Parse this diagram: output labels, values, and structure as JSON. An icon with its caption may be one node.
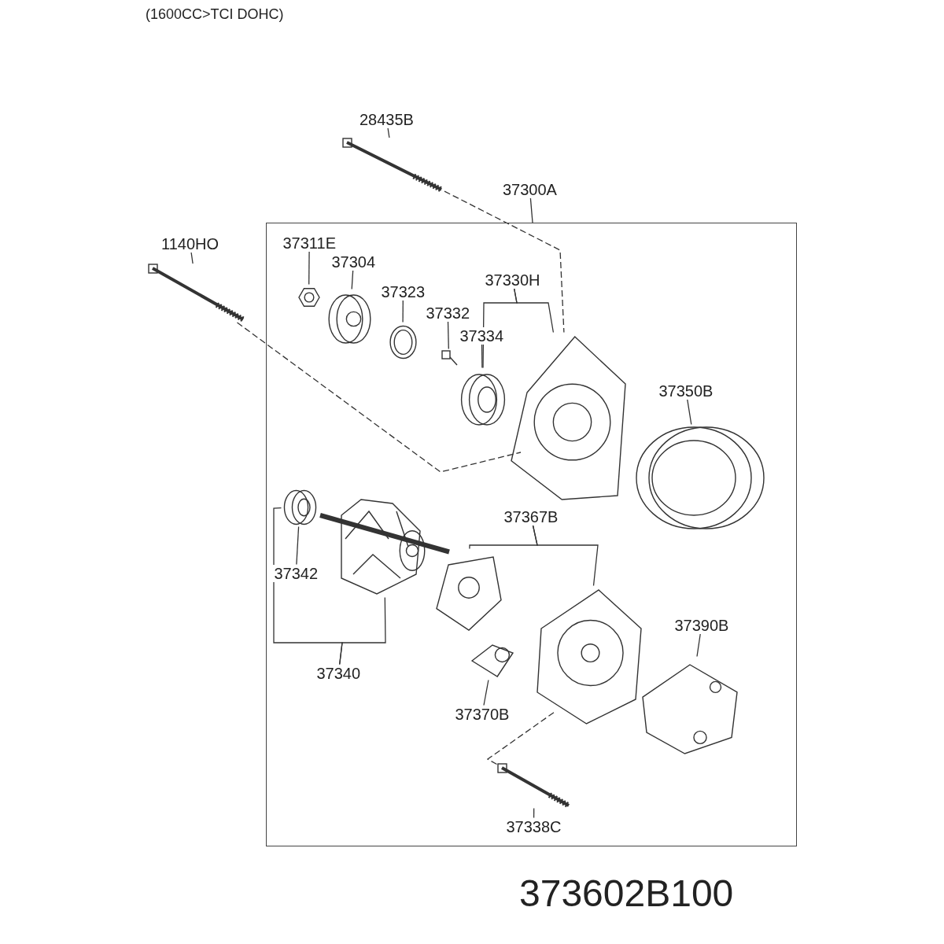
{
  "diagram": {
    "nodes": [
      {
        "text": [
          "28435B"
        ]
      },
      {
        "text": [],
        "shape": "picture"
      },
      {
        "text": [
          "37300A"
        ]
      },
      {
        "text": [],
        "shape": "box"
      },
      {
        "text": [
          "1140HO"
        ]
      },
      {
        "text": [],
        "shape": "picture"
      },
      {
        "text": [
          "37311E"
        ],
        "in": 3
      },
      {
        "text": [],
        "shape": "picture",
        "in": 3
      },
      {
        "text": [
          "37304"
        ],
        "in": 3
      },
      {
        "text": [],
        "shape": "picture",
        "in": 3
      },
      {
        "text": [
          "37323"
        ],
        "in": 3
      },
      {
        "text": [],
        "shape": "picture",
        "in": 3
      },
      {
        "text": [
          "37332"
        ],
        "in": 3
      },
      {
        "text": [],
        "shape": "picture",
        "in": 3
      },
      {
        "text": [
          "37334"
        ],
        "in": 3
      },
      {
        "text": [],
        "shape": "picture",
        "in": 3
      },
      {
        "text": [
          "37330H"
        ],
        "in": 3
      },
      {
        "text": [],
        "shape": "picture",
        "in": 3
      },
      {
        "text": [
          "37350B"
        ],
        "in": 3
      },
      {
        "text": [],
        "shape": "picture",
        "in": 3
      },
      {
        "text": [],
        "shape": "picture",
        "in": 3
      },
      {
        "text": [
          "37342"
        ],
        "in": 3
      },
      {
        "text": [],
        "shape": "picture",
        "in": 3
      },
      {
        "text": [
          "37340"
        ],
        "in": 3
      },
      {
        "text": [
          "37367B"
        ],
        "in": 3
      },
      {
        "text": [],
        "shape": "picture",
        "in": 3
      },
      {
        "text": [],
        "shape": "picture",
        "in": 3
      },
      {
        "text": [
          "37370B"
        ],
        "in": 3
      },
      {
        "text": [],
        "shape": "picture",
        "in": 3
      },
      {
        "text": [
          "37390B"
        ],
        "in": 3
      },
      {
        "text": [],
        "shape": "picture",
        "in": 3
      },
      {
        "text": [],
        "shape": "picture",
        "in": 3
      },
      {
        "text": [
          "37338C"
        ],
        "in": 3
      }
    ],
    "edges": [
      {
        "from": 0,
        "to": 1,
        "arrow": "none"
      },
      {
        "from": 2,
        "to": 3,
        "arrow": "none"
      },
      {
        "from": 4,
        "to": 5,
        "arrow": "none"
      },
      {
        "from": 6,
        "to": 7,
        "arrow": "none"
      },
      {
        "from": 8,
        "to": 9,
        "arrow": "none"
      },
      {
        "from": 10,
        "to": 11,
        "arrow": "none"
      },
      {
        "from": 12,
        "to": 13,
        "arrow": "none"
      },
      {
        "from": 14,
        "to": 15,
        "arrow": "none"
      },
      {
        "from": 16,
        "to": 15,
        "arrow": "none"
      },
      {
        "from": 16,
        "to": 17,
        "arrow": "none"
      },
      {
        "from": 18,
        "to": 19,
        "arrow": "none"
      },
      {
        "from": 21,
        "to": 20,
        "arrow": "none"
      },
      {
        "from": 23,
        "to": 20,
        "arrow": "none"
      },
      {
        "from": 23,
        "to": 22,
        "arrow": "none"
      },
      {
        "from": 24,
        "to": 25,
        "arrow": "none"
      },
      {
        "from": 24,
        "to": 26,
        "arrow": "none"
      },
      {
        "from": 27,
        "to": 28,
        "arrow": "none"
      },
      {
        "from": 29,
        "to": 30,
        "arrow": "none"
      },
      {
        "from": 32,
        "to": 31,
        "arrow": "none"
      },
      {
        "from": 1,
        "to": 17,
        "arrow": "none",
        "style": "dashed"
      },
      {
        "from": 5,
        "to": 17,
        "arrow": "none",
        "style": "dashed"
      },
      {
        "from": 31,
        "to": 26,
        "arrow": "none",
        "style": "dashed"
      }
    ],
    "labels": [
      "(1600CC>TCI DOHC)",
      "373602B100"
    ]
  }
}
